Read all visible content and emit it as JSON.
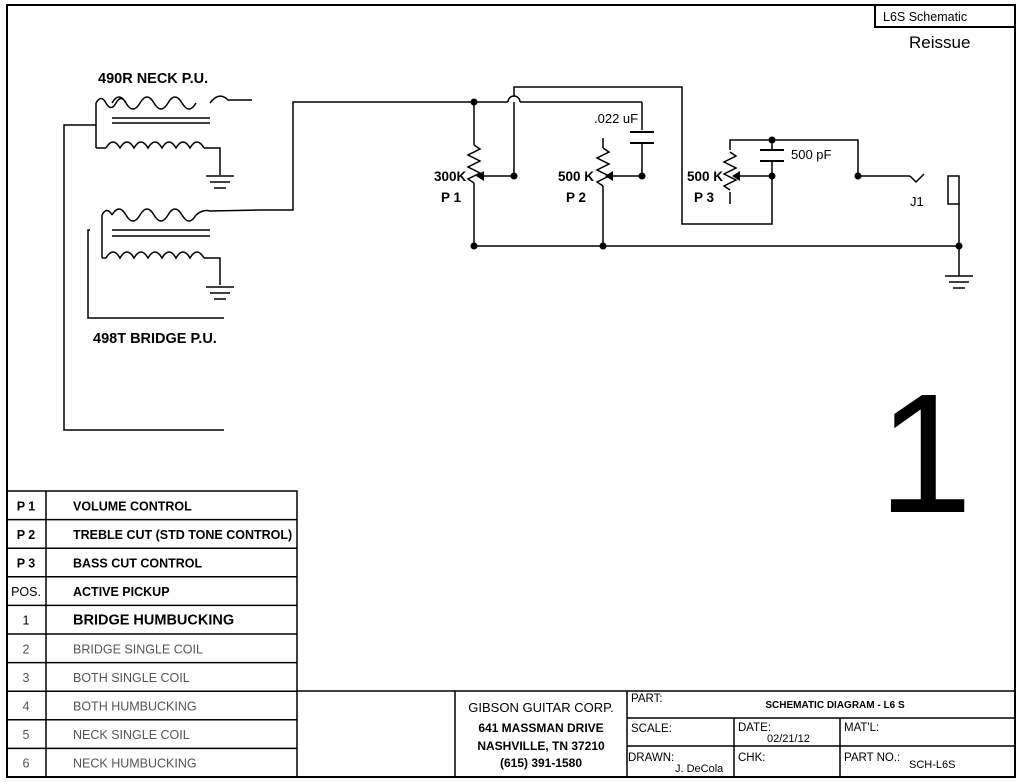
{
  "title_box": {
    "title": "L6S Schematic",
    "subtitle": "Reissue"
  },
  "sheet_number": "1",
  "pickups": {
    "neck_label": "490R NECK P.U.",
    "bridge_label": "498T BRIDGE P.U."
  },
  "components": {
    "p1_value": "300K",
    "p1_name": "P 1",
    "p2_value": "500 K",
    "p2_name": "P 2",
    "p3_value": "500 K",
    "p3_name": "P 3",
    "cap1": ".022 uF",
    "cap2": "500 pF",
    "jack": "J1"
  },
  "legend": [
    {
      "id": "P 1",
      "desc": "VOLUME CONTROL"
    },
    {
      "id": "P 2",
      "desc": "TREBLE CUT (STD TONE CONTROL)"
    },
    {
      "id": "P 3",
      "desc": "BASS CUT CONTROL"
    },
    {
      "id": "POS.",
      "desc": "ACTIVE PICKUP"
    },
    {
      "id": "1",
      "desc": "BRIDGE HUMBUCKING"
    },
    {
      "id": "2",
      "desc": "BRIDGE SINGLE COIL"
    },
    {
      "id": "3",
      "desc": "BOTH SINGLE COIL"
    },
    {
      "id": "4",
      "desc": "BOTH HUMBUCKING"
    },
    {
      "id": "5",
      "desc": "NECK SINGLE COIL"
    },
    {
      "id": "6",
      "desc": "NECK HUMBUCKING"
    }
  ],
  "company": {
    "name": "GIBSON GUITAR CORP.",
    "address": "641 MASSMAN DRIVE",
    "city": "NASHVILLE, TN 37210",
    "phone": "(615) 391-1580"
  },
  "title_block": {
    "part_label": "PART:",
    "part_value": "SCHEMATIC DIAGRAM - L6 S",
    "scale_label": "SCALE:",
    "date_label": "DATE:",
    "date_value": "02/21/12",
    "matl_label": "MAT'L:",
    "drawn_label": "DRAWN:",
    "drawn_value": "J. DeCola",
    "chk_label": "CHK:",
    "partno_label": "PART NO.:",
    "partno_value": "SCH-L6S"
  }
}
